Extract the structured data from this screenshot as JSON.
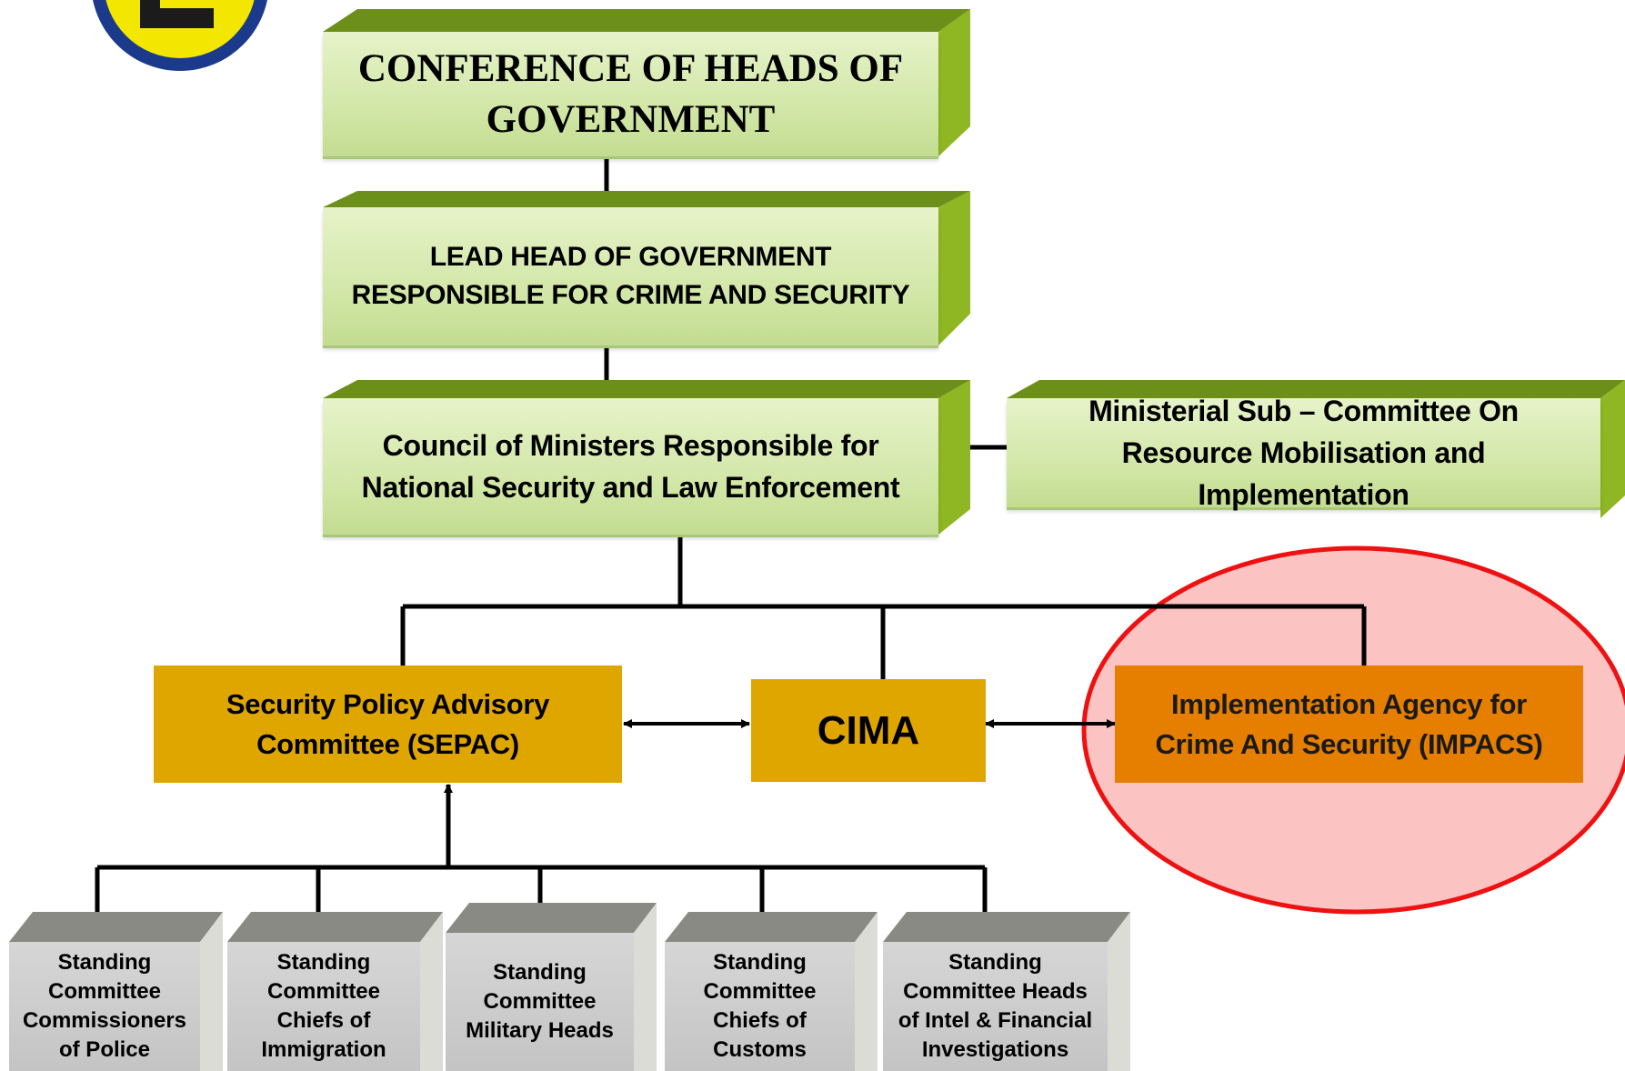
{
  "colors": {
    "green_box": "#cfe5a3",
    "green_top": "#6c8f1a",
    "green_side": "#8fb623",
    "gold_box": "#e0a600",
    "orange_box": "#e67e00",
    "highlight_fill": "#fcc3c3",
    "highlight_stroke": "#ee1111",
    "grey_box": "#c8c8c8",
    "logo_ring": "#1b3a8c",
    "logo_inner": "#f3e600"
  },
  "nodes": {
    "conference": "CONFERENCE OF HEADS OF GOVERNMENT",
    "lead_head": "LEAD HEAD OF GOVERNMENT RESPONSIBLE FOR CRIME AND SECURITY",
    "council": "Council of Ministers Responsible for National Security and Law Enforcement",
    "subcommittee": "Ministerial Sub – Committee On Resource Mobilisation and Implementation",
    "sepac": "Security Policy Advisory Committee (SEPAC)",
    "cima": "CIMA",
    "impacs": "Implementation Agency for Crime And Security (IMPACS)"
  },
  "standing_committees": [
    "Standing Committee Commissioners of Police",
    "Standing Committee Chiefs of Immigration",
    "Standing Committee Military Heads",
    "Standing Committee Chiefs of Customs",
    "Standing Committee Heads of Intel & Financial Investigations"
  ]
}
